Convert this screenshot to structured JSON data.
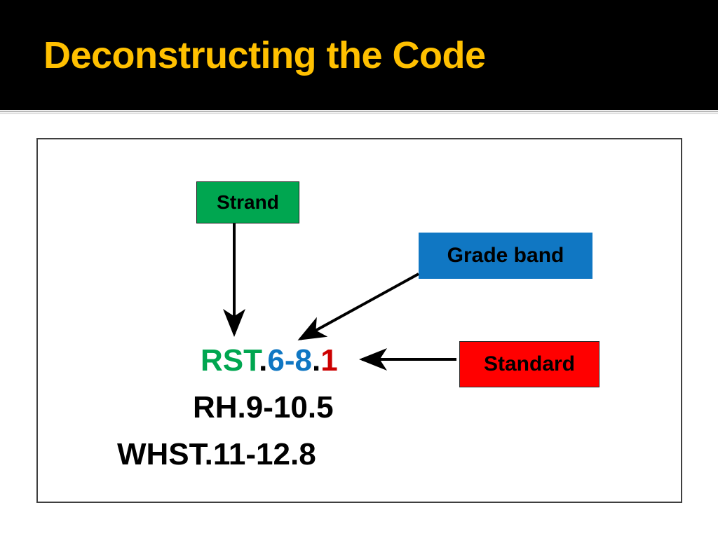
{
  "slide": {
    "title": "Deconstructing the Code",
    "title_color": "#FFC000",
    "title_band_color": "#000000",
    "background_color": "#FFFFFF"
  },
  "callouts": {
    "strand": {
      "label": "Strand",
      "color": "#00A650"
    },
    "grade_band": {
      "label": "Grade band",
      "color": "#1077C3"
    },
    "standard": {
      "label": "Standard",
      "color": "#FF0000"
    }
  },
  "codes": {
    "primary": {
      "strand": "RST",
      "dot1": ".",
      "grade_band": "6-8",
      "dot2": ".",
      "standard": "1",
      "full": "RST.6-8.1"
    },
    "others": [
      "RH.9-10.5",
      "WHST.11-12.8"
    ]
  },
  "arrows": [
    {
      "name": "strand-to-code",
      "from": "Strand",
      "to": "RST"
    },
    {
      "name": "grade-band-to-code",
      "from": "Grade band",
      "to": "6-8"
    },
    {
      "name": "standard-to-code",
      "from": "Standard",
      "to": "1"
    }
  ]
}
